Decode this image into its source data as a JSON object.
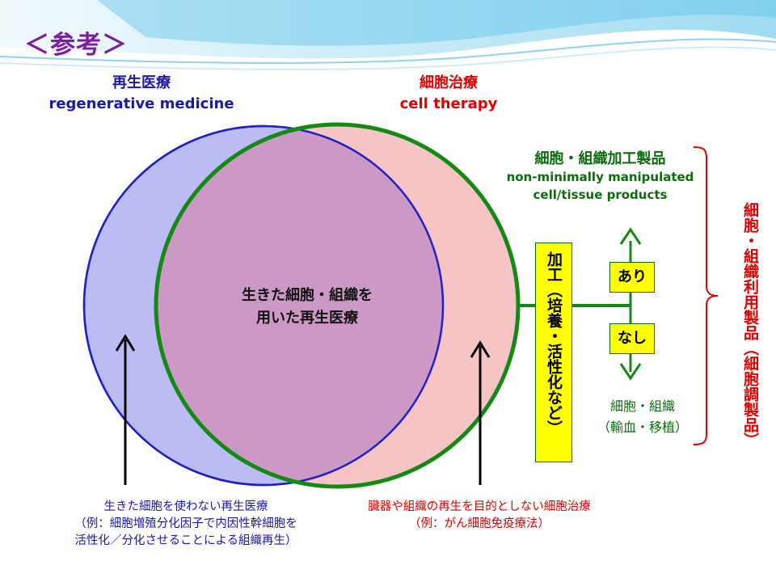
{
  "slide": {
    "title": "＜参考＞",
    "regenerative": {
      "title_ja": "再生医療",
      "title_en": "regenerative medicine"
    },
    "cell_therapy": {
      "title_ja": "細胞治療",
      "title_en": "cell therapy"
    },
    "overlap": {
      "line1": "生きた細胞・組織を",
      "line2": "用いた再生医療"
    },
    "products": {
      "title_ja": "細胞・組織加工製品",
      "title_en1": "non-minimally manipulated",
      "title_en2": "cell/tissue products"
    },
    "processing_box": "加工（培養・活性化など）",
    "yes_label": "あり",
    "no_label": "なし",
    "tissue": {
      "line1": "細胞・組織",
      "line2": "（輸血・移植）"
    },
    "side_label": "細胞・組織利用製品（細胞調製品）",
    "bottom_left": {
      "line1": "生きた細胞を使わない再生医療",
      "line2": "（例：細胞増殖分化因子で内因性幹細胞を",
      "line3": "活性化／分化させることによる組織再生）"
    },
    "bottom_right": {
      "line1": "臓器や組織の再生を目的としない細胞治療",
      "line2": "（例：がん細胞免疫療法）"
    }
  },
  "colors": {
    "title": "#7b1fa2",
    "blue_text": "#1a1aa6",
    "red_text": "#e00000",
    "green": "#0d6b0d",
    "regen_fill": "#bcbcf4",
    "cell_fill": "#f6c4c4",
    "overlap_fill": "#cc99c6",
    "box_fill": "#ffff00"
  }
}
